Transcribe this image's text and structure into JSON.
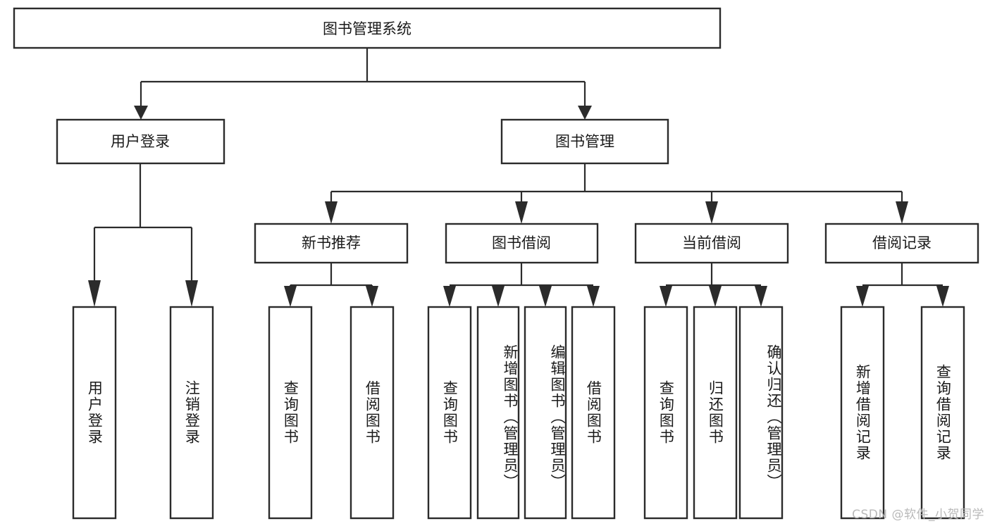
{
  "diagram": {
    "type": "tree-hierarchy-diagram",
    "title": "图书管理系统",
    "colors": {
      "background": "#ffffff",
      "box_border": "#2b2b2b",
      "box_fill": "#ffffff",
      "text": "#1a1a1a",
      "connector": "#2b2b2b",
      "watermark": "#b9b9b9"
    },
    "levels": {
      "level1": [
        {
          "id": "root",
          "label": "图书管理系统"
        }
      ],
      "level2": [
        {
          "id": "user-login",
          "label": "用户登录",
          "parent": "root"
        },
        {
          "id": "book-management",
          "label": "图书管理",
          "parent": "root"
        }
      ],
      "level3": [
        {
          "id": "new-book-recommend",
          "label": "新书推荐",
          "parent": "book-management"
        },
        {
          "id": "book-borrow",
          "label": "图书借阅",
          "parent": "book-management"
        },
        {
          "id": "current-borrow",
          "label": "当前借阅",
          "parent": "book-management"
        },
        {
          "id": "borrow-record",
          "label": "借阅记录",
          "parent": "book-management"
        }
      ],
      "leaves": [
        {
          "id": "leaf-user-login",
          "label": "用户登录",
          "parent": "user-login"
        },
        {
          "id": "leaf-user-logout",
          "label": "注销登录",
          "parent": "user-login"
        },
        {
          "id": "leaf-query-book-1",
          "label": "查询图书",
          "parent": "new-book-recommend"
        },
        {
          "id": "leaf-borrow-book-1",
          "label": "借阅图书",
          "parent": "new-book-recommend"
        },
        {
          "id": "leaf-query-book-2",
          "label": "查询图书",
          "parent": "book-borrow"
        },
        {
          "id": "leaf-add-book",
          "label": "新增图书（管理员）",
          "parent": "book-borrow"
        },
        {
          "id": "leaf-edit-book",
          "label": "编辑图书（管理员）",
          "parent": "book-borrow"
        },
        {
          "id": "leaf-borrow-book-2",
          "label": "借阅图书",
          "parent": "book-borrow"
        },
        {
          "id": "leaf-query-book-3",
          "label": "查询图书",
          "parent": "current-borrow"
        },
        {
          "id": "leaf-return-book",
          "label": "归还图书",
          "parent": "current-borrow"
        },
        {
          "id": "leaf-confirm-return",
          "label": "确认归还（管理员）",
          "parent": "current-borrow"
        },
        {
          "id": "leaf-add-record",
          "label": "新增借阅记录",
          "parent": "borrow-record"
        },
        {
          "id": "leaf-query-record",
          "label": "查询借阅记录",
          "parent": "borrow-record"
        }
      ]
    },
    "watermark": "CSDN @软件_小贺同学"
  }
}
